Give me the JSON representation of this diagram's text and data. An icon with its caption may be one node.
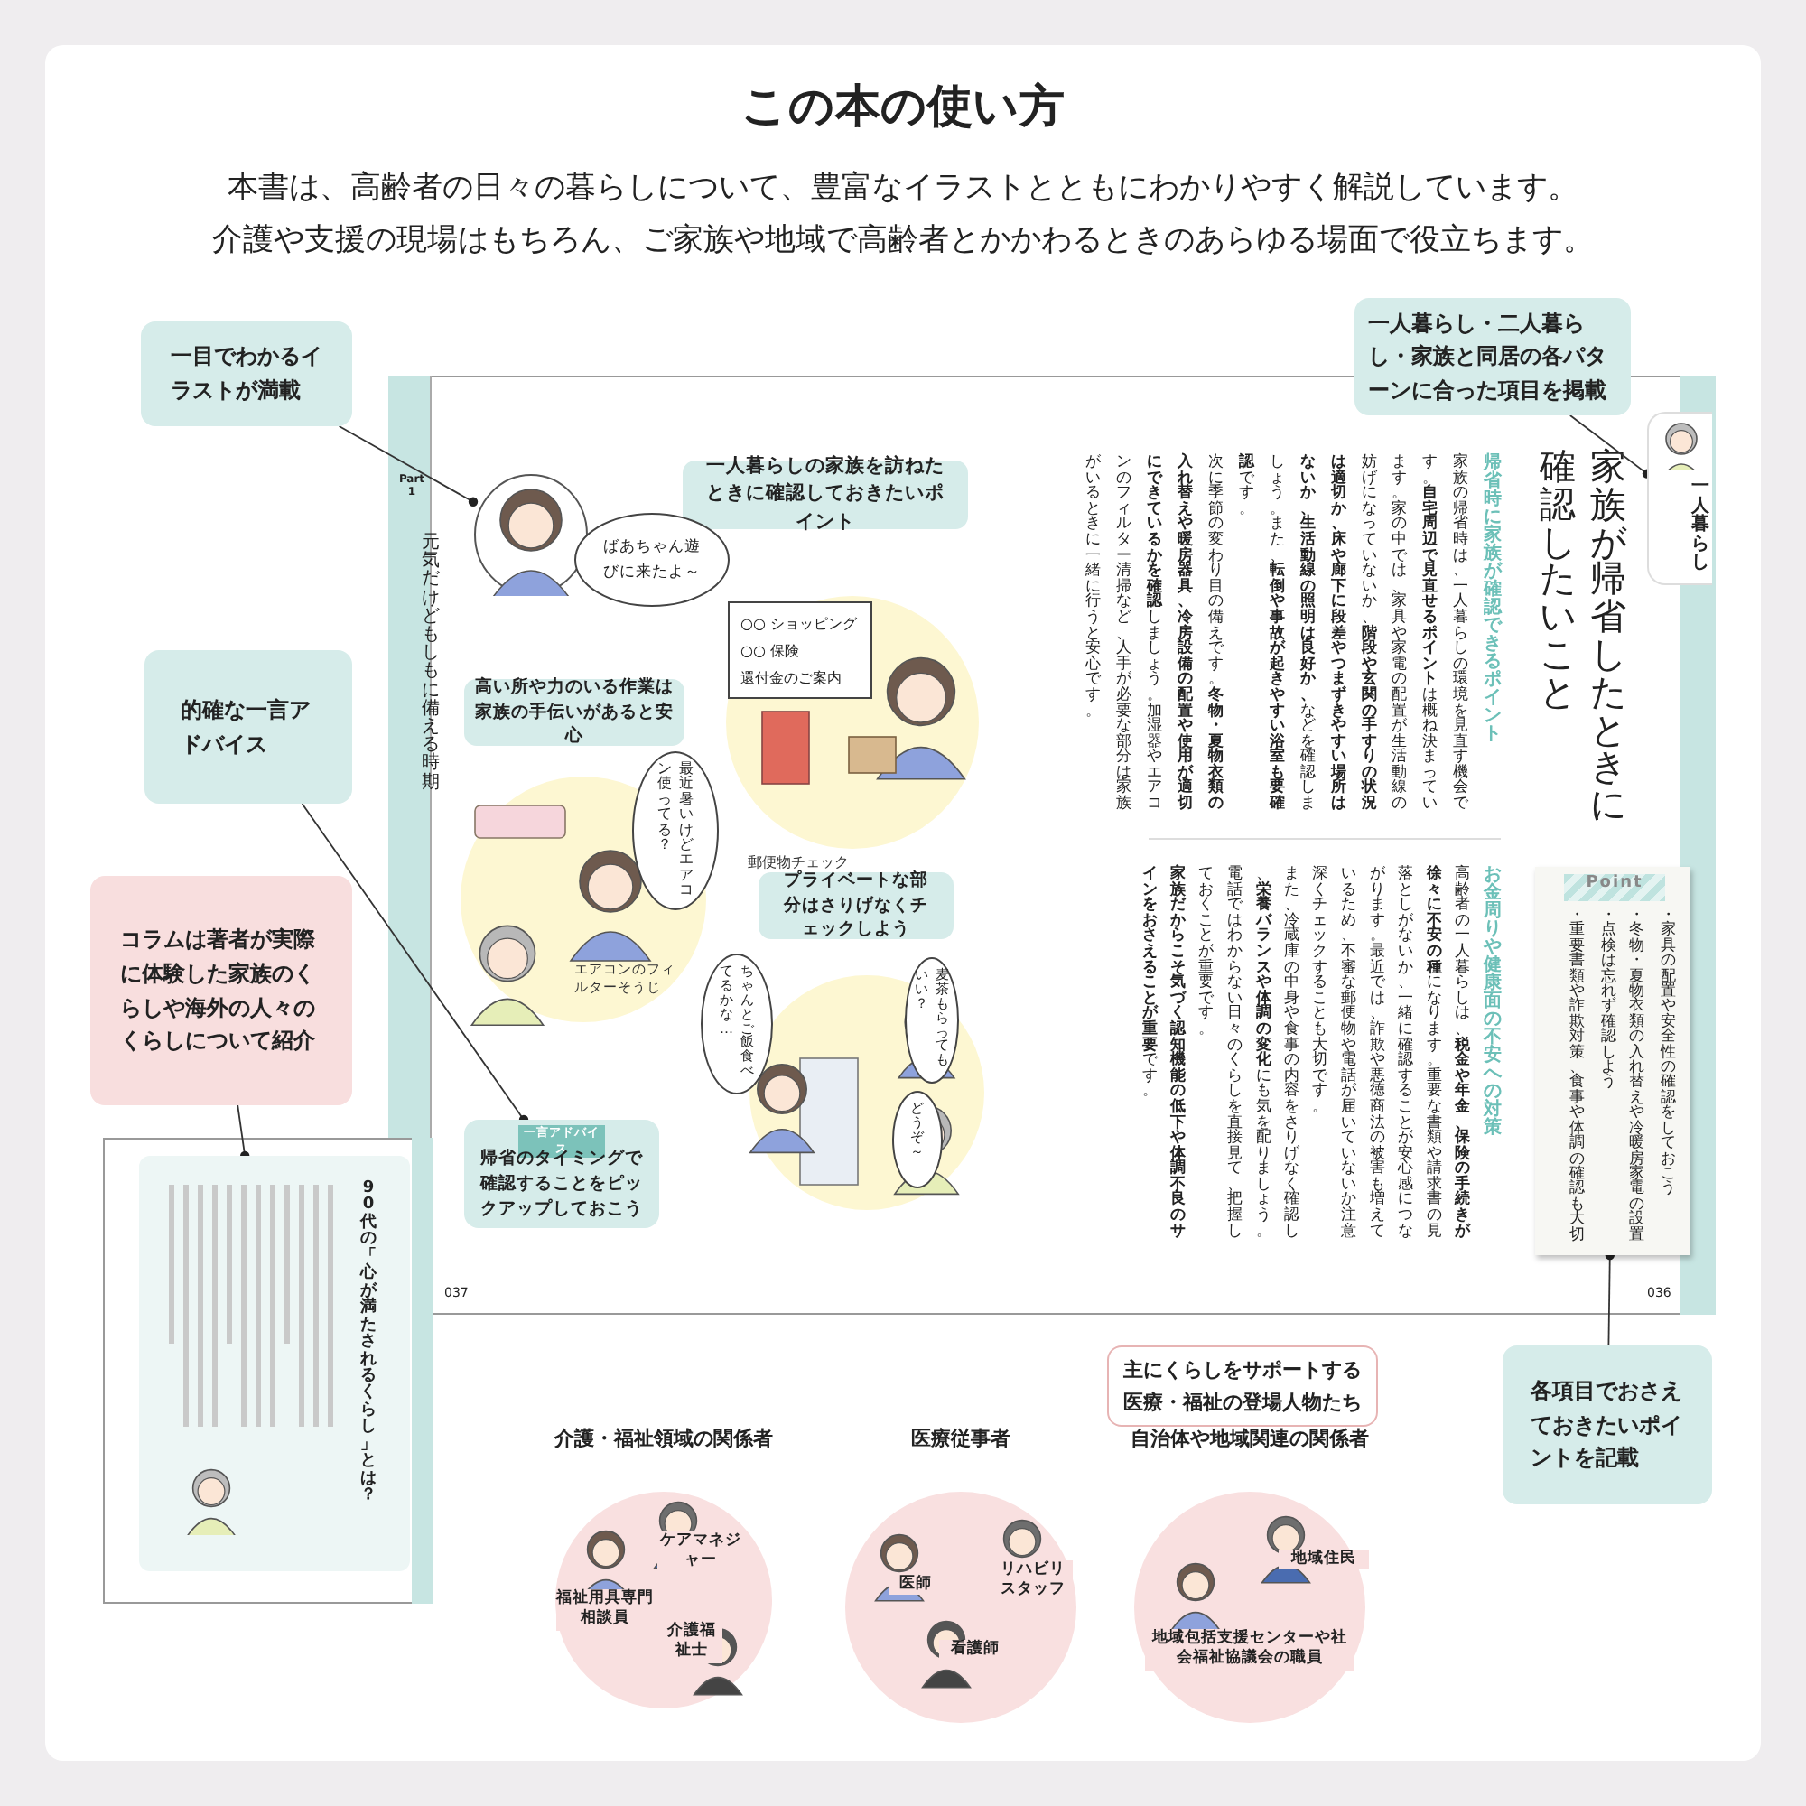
{
  "diagram": {
    "title": "この本の使い方",
    "nodes": [
      {
        "text": [
          "一目でわかるイラストが満載"
        ]
      },
      {
        "text": [
          "的確な一言アドバイス"
        ]
      },
      {
        "text": [
          "コラムは著者が実際に体験した家族のくらしや海外の人々のくらしについて紹介"
        ]
      },
      {
        "text": [
          "一人暮らし・二人暮らし・家族と同居の各パターンに合った項目を掲載"
        ]
      },
      {
        "text": [
          "各項目でおさえておきたいポイントを記載"
        ]
      },
      {
        "text": [
          "主にくらしをサポートする医療・福祉の登場人物たち"
        ]
      },
      {
        "text": [],
        "shape": "picture"
      },
      {
        "text": [
          "一人暮らしの家族を訪ねたときに確認しておきたいポイント"
        ]
      },
      {
        "text": [
          "ばあちゃん遊びに来たよ～"
        ]
      },
      {
        "text": [
          "○○ ショッピング",
          "○○ 保険",
          "還付金のご案内"
        ]
      },
      {
        "text": [
          "高い所や力のいる作業は家族の手伝いがあると安心"
        ]
      },
      {
        "text": [
          "最近暑いけどエアコン使ってる？"
        ]
      },
      {
        "text": [
          "プライベートな部分はさりげなくチェックしよう"
        ]
      },
      {
        "text": [
          "ちゃんとご飯食べてるかな…"
        ]
      },
      {
        "text": [
          "麦茶もらってもいい？"
        ]
      },
      {
        "text": [
          "どうぞ～"
        ]
      },
      {
        "text": [
          "一言アドバイス",
          "帰省のタイミングで確認することをピックアップしておこう"
        ]
      },
      {
        "text": [
          "一人暮らし"
        ]
      },
      {
        "text": [
          "Point",
          "・家具の配置や安全性の確認をしておこう",
          "・冬物・夏物衣類の入れ替えや冷暖房家電の設置・点検は忘れず確認しよう",
          "・重要書類や詐欺対策、食事や体調の確認も大切"
        ]
      },
      {
        "text": [
          "90代の「心が満たされるくらし」とは？"
        ]
      },
      {
        "text": [
          "介護・福祉領域の関係者",
          "ケアマネジャー",
          "福祉用具専門相談員",
          "介護福祉士"
        ]
      },
      {
        "text": [
          "医療従事者",
          "医師",
          "リハビリスタッフ",
          "看護師"
        ]
      },
      {
        "text": [
          "自治体や地域関連の関係者",
          "地域住民",
          "地域包括支援センターや社会福祉協議会の職員"
        ]
      }
    ],
    "edges": [
      {
        "from": 0,
        "to": 6,
        "arrow": "other"
      },
      {
        "from": 1,
        "to": 16,
        "arrow": "other"
      },
      {
        "from": 2,
        "to": 19,
        "arrow": "other"
      },
      {
        "from": 3,
        "to": 17,
        "arrow": "other"
      },
      {
        "from": 4,
        "to": 18,
        "arrow": "other"
      }
    ],
    "labels": [
      "本書は、高齢者の日々の暮らしについて、豊富なイラストとともにわかりやすく解説しています。",
      "介護や支援の現場はもちろん、ご家族や地域で高齢者とかかわるときのあらゆる場面で役立ちます。",
      "郵便物チェック",
      "エアコンのフィルターそうじ",
      "Part 1",
      "元気だけどもしもに備える時期",
      "家族が帰省したときに確認したいこと",
      "帰省時に家族が確認できるポイント",
      "家族の帰省時は、一人暮らしの環境を見直す機会です。**自宅周辺で見直せるポイント**は概ね決まっています。家の中では、家具や家電の配置が生活動線の妨げになっていないか、**階段や玄関の手すりの状況は適切か、床や廊下に段差やつまずきやすい場所はないか、生活動線の照明は良好か、**などを確認しましょう。また、**転倒や事故が起きやすい浴室も要確認**です。",
      "次に季節の変わり目の備えです。**冬物・夏物衣類の入れ替えや暖房器具、冷房設備の配置や使用が適切にできているかを確認**しましょう。加湿器やエアコンのフィルター清掃など、人手が必要な部分は家族がいるときに一緒に行うと安心です。",
      "お金周りや健康面の不安への対策",
      "高齢者の一人暮らしは、**税金や年金、保険の手続きが徐々に不安の種**になります。重要な書類や請求書の見落としがないか、一緒に確認することが安心感につながります。最近では、詐欺や悪徳商法の被害も増えているため、不審な郵便物や電話が届いていないか注意深くチェックすることも大切です。",
      "また、冷蔵庫の中身や食事の内容をさりげなく確認し、**栄養バランスや体調の変化**にも気を配りましょう。電話ではわからない日々のくらしを直接見て、把握しておくことが重要です。",
      "**家族だからこそ気づく認知機能の低下や体調不良のサインをおさえることが重要**です。",
      "037",
      "036"
    ]
  }
}
